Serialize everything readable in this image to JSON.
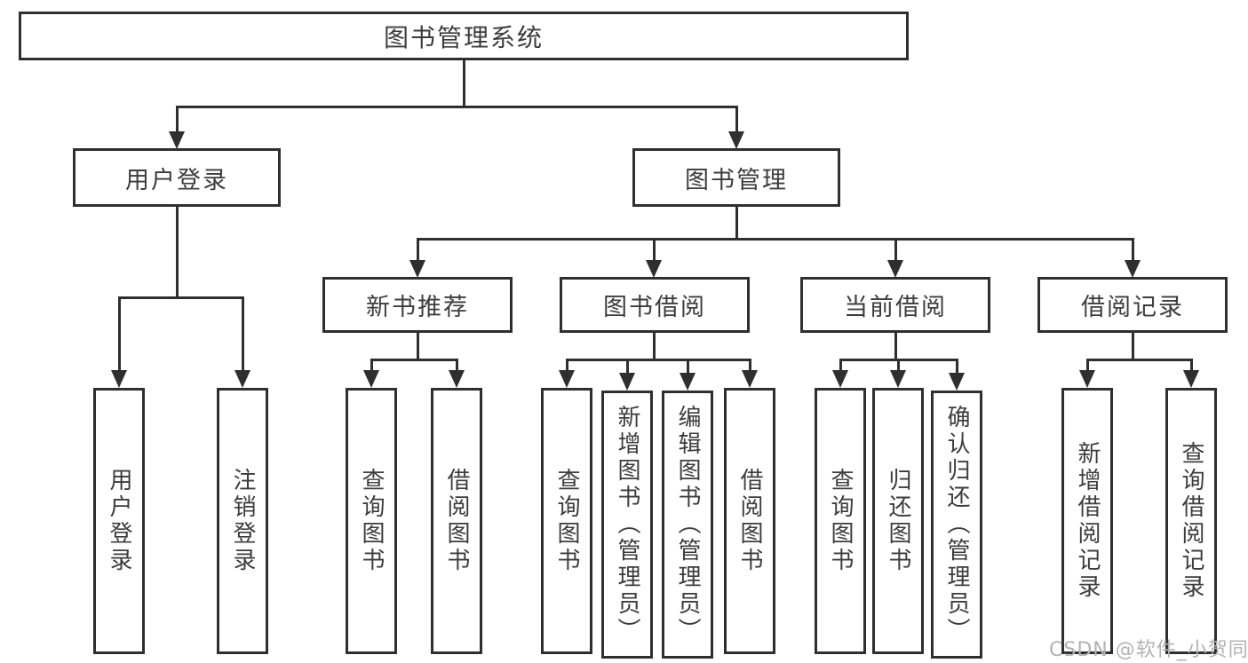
{
  "diagram": {
    "root": {
      "label": "图书管理系统"
    },
    "branches": [
      {
        "label": "用户登录",
        "children": [
          {
            "label": "用户登录"
          },
          {
            "label": "注销登录"
          }
        ]
      },
      {
        "label": "图书管理",
        "children": [
          {
            "label": "新书推荐",
            "children": [
              {
                "label": "查询图书"
              },
              {
                "label": "借阅图书"
              }
            ]
          },
          {
            "label": "图书借阅",
            "children": [
              {
                "label": "查询图书"
              },
              {
                "label": "新增图书（管理员）"
              },
              {
                "label": "编辑图书（管理员）"
              },
              {
                "label": "借阅图书"
              }
            ]
          },
          {
            "label": "当前借阅",
            "children": [
              {
                "label": "查询图书"
              },
              {
                "label": "归还图书"
              },
              {
                "label": "确认归还（管理员）"
              }
            ]
          },
          {
            "label": "借阅记录",
            "children": [
              {
                "label": "新增借阅记录"
              },
              {
                "label": "查询借阅记录"
              }
            ]
          }
        ]
      }
    ]
  },
  "watermark": {
    "text": "CSDN @软件_小贺同学"
  },
  "colors": {
    "line": "#2f2f2f",
    "text": "#3c3c3c",
    "watermark": "#b2b2b2",
    "background": "#ffffff"
  }
}
